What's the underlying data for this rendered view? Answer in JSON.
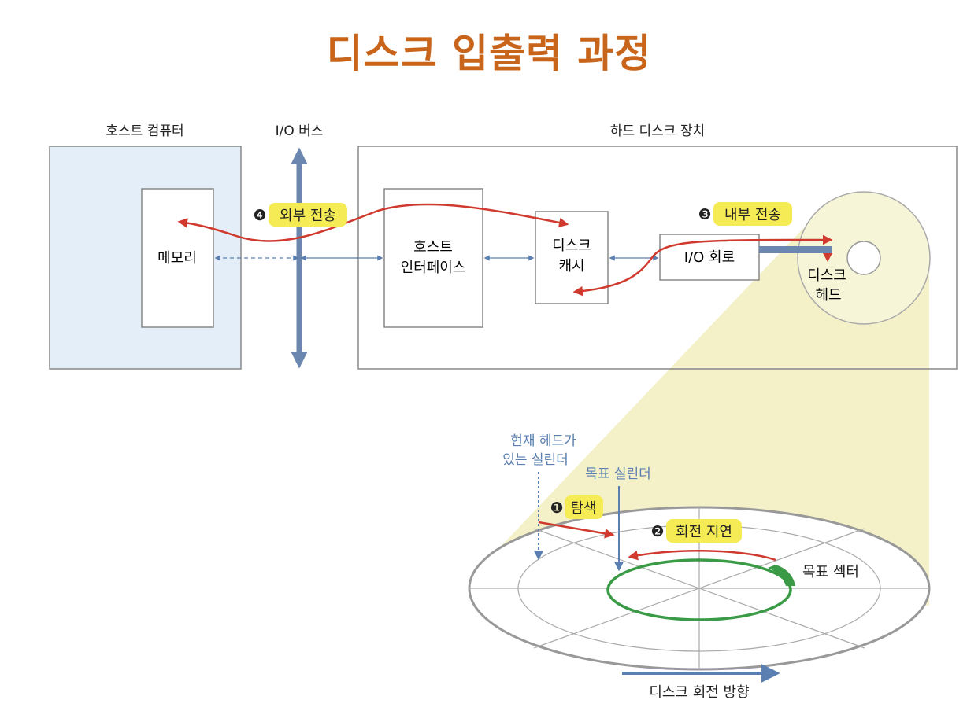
{
  "title": "디스크 입출력 과정",
  "colors": {
    "title": "#c8651b",
    "host_fill": "#e4eef8",
    "box_border": "#888888",
    "bus": "#6b87b0",
    "red_path": "#d03a2e",
    "highlight": "#f5ec55",
    "beam": "#f2efc0",
    "disk_fill": "#f6f5d8",
    "green_track": "#3a9a45",
    "blue_label": "#5a7fb0"
  },
  "labels": {
    "host_computer": "호스트 컴퓨터",
    "io_bus": "I/O 버스",
    "hdd_device": "하드 디스크 장치",
    "memory": "메모리",
    "host_interface_line1": "호스트",
    "host_interface_line2": "인터페이스",
    "disk_cache_line1": "디스크",
    "disk_cache_line2": "캐시",
    "io_circuit": "I/O 회로",
    "disk_head_line1": "디스크",
    "disk_head_line2": "헤드"
  },
  "steps": {
    "step1": {
      "num": "❶",
      "label": "탐색"
    },
    "step2": {
      "num": "❷",
      "label": "회전 지연"
    },
    "step3": {
      "num": "❸",
      "label": "내부 전송"
    },
    "step4": {
      "num": "❹",
      "label": "외부 전송"
    }
  },
  "platter": {
    "current_cyl_line1": "현재 헤드가",
    "current_cyl_line2": "있는 실린더",
    "target_cylinder": "목표 실린더",
    "target_sector": "목표 섹터",
    "rotation_direction": "디스크 회전 방향"
  }
}
